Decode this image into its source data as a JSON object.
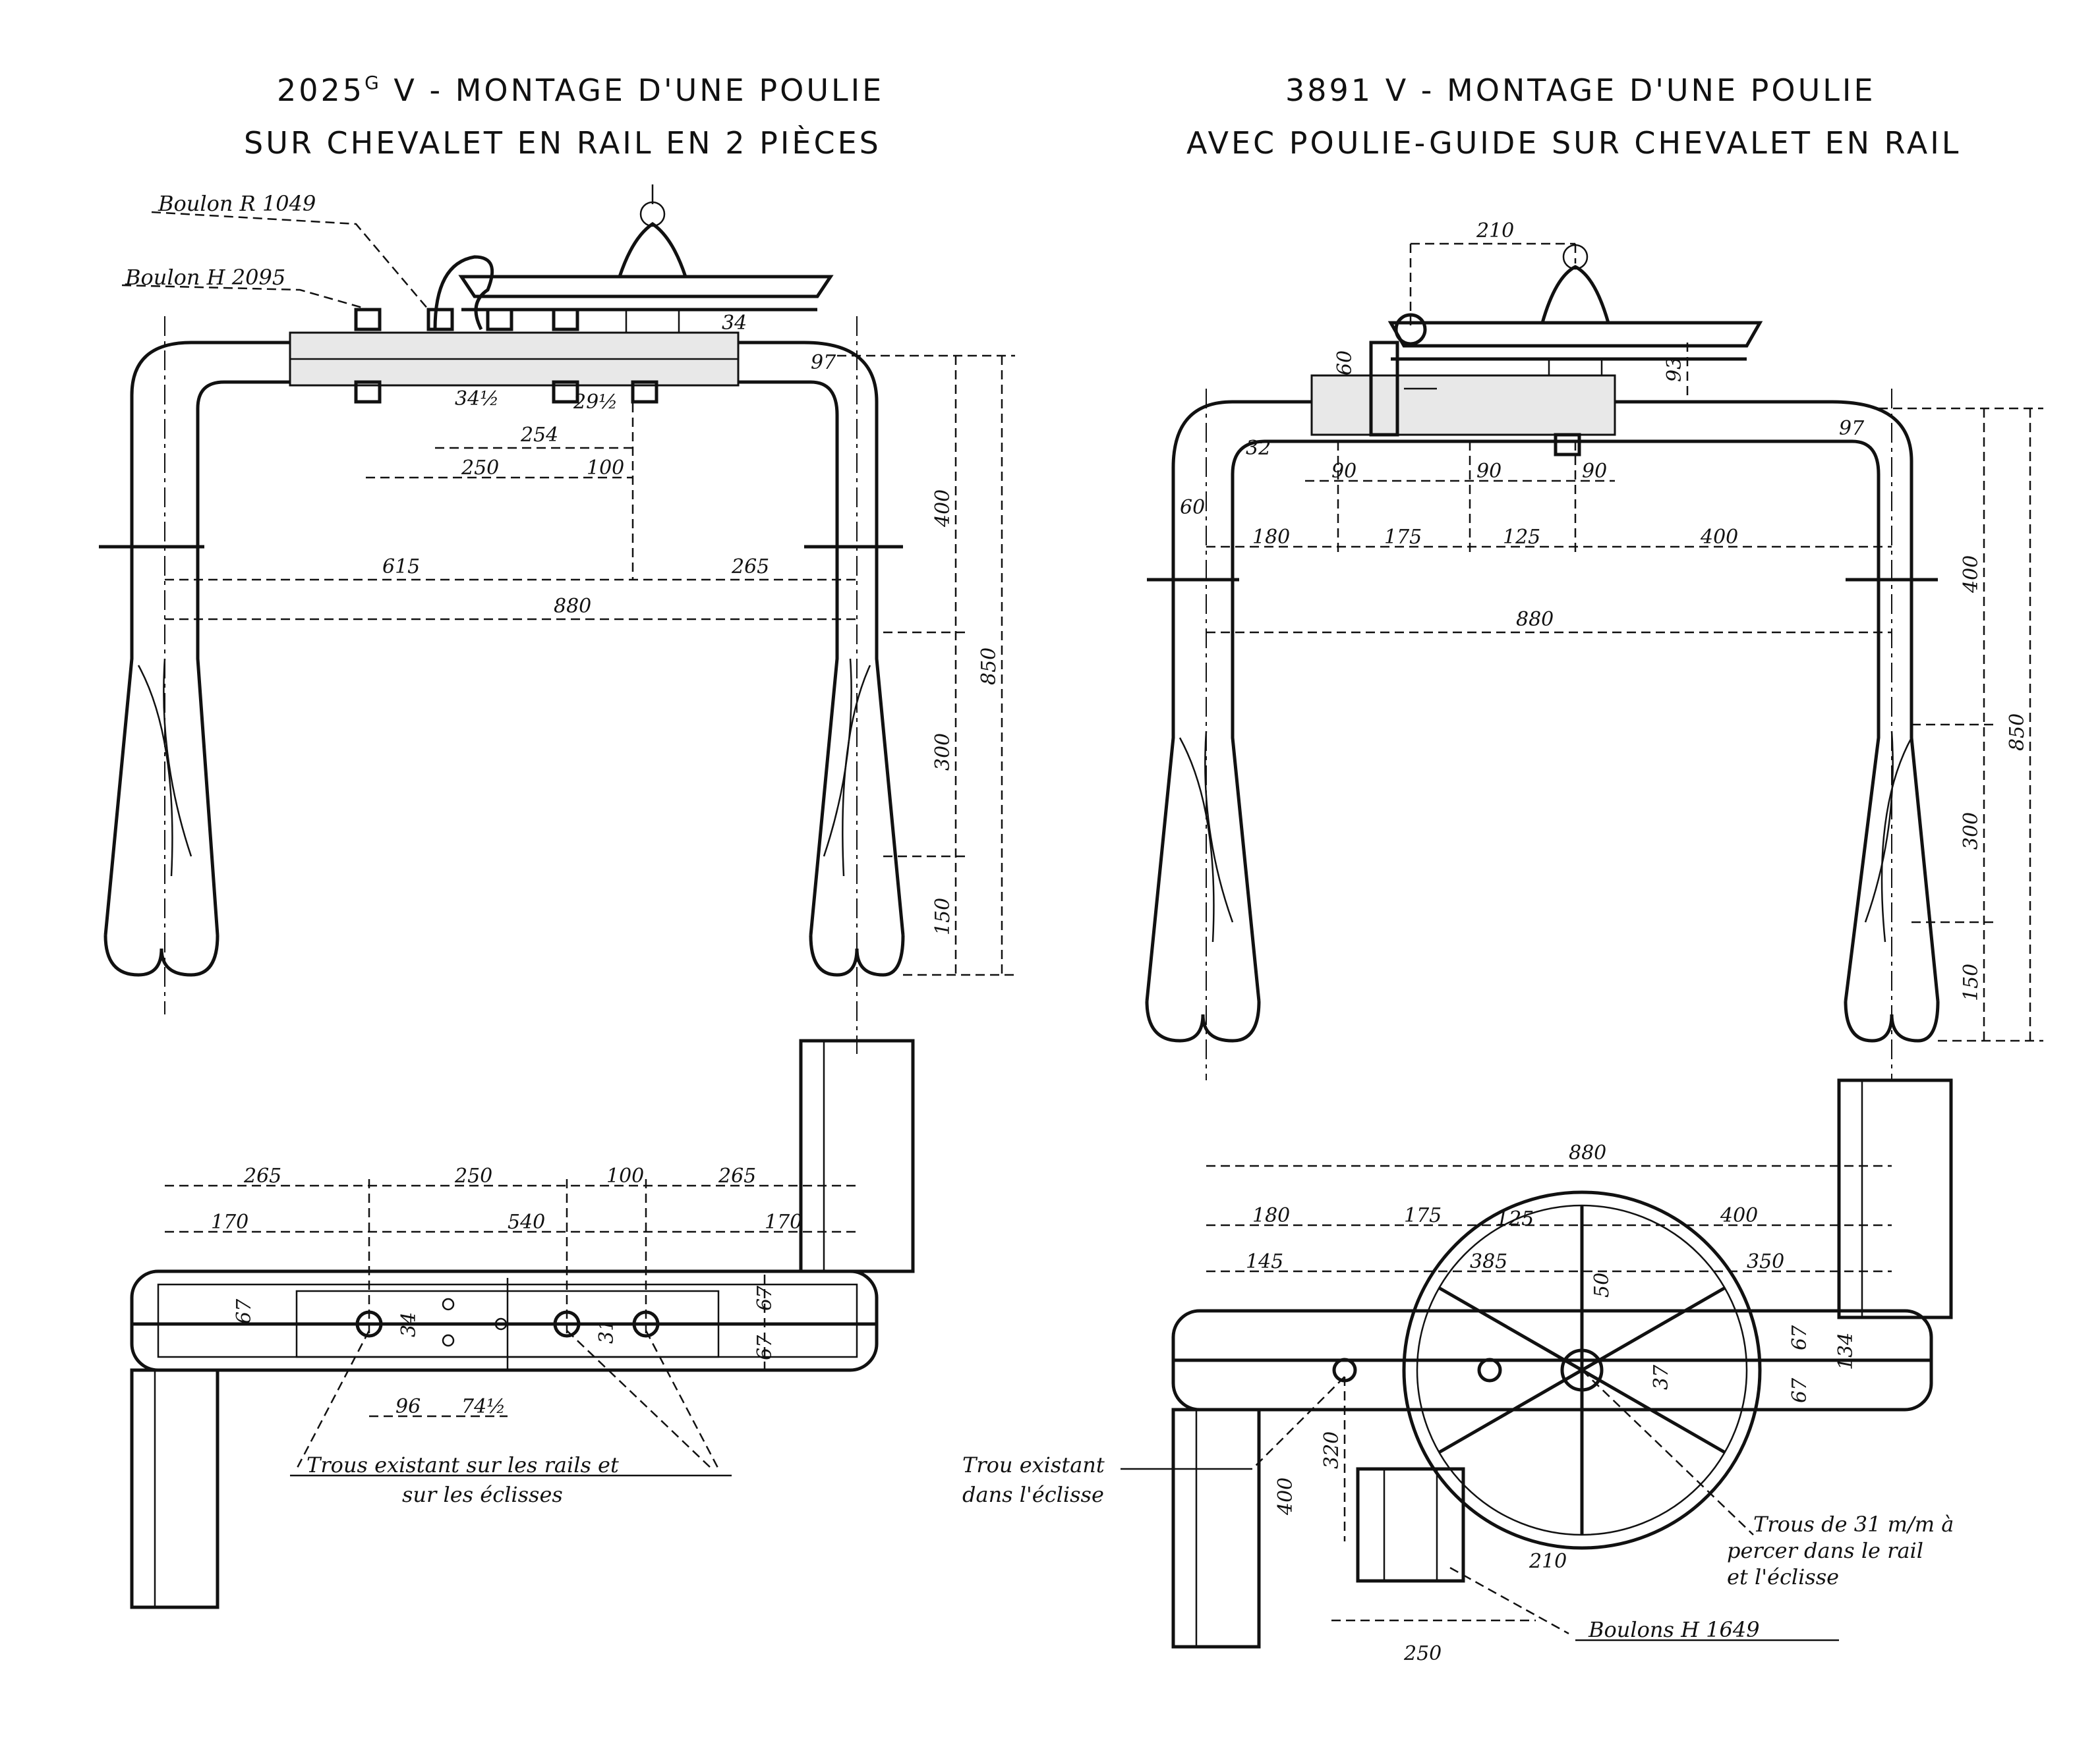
{
  "left": {
    "title_prefix": "2025",
    "title_sup": "G",
    "title_line1_rest": "V - MONTAGE D'UNE POULIE",
    "title_line2": "SUR CHEVALET EN RAIL EN 2 PIÈCES",
    "labels": {
      "boulon_r": "Boulon R 1049",
      "boulon_h": "Boulon H 2095",
      "trous_line1": "Trous existant sur les rails et",
      "trous_line2": "sur les éclisses"
    },
    "dims": {
      "d34": "34",
      "d97": "97",
      "d34mm": "34½",
      "d29mm": "29½",
      "d254": "254",
      "d250": "250",
      "d100": "100",
      "d615": "615",
      "d265": "265",
      "d880": "880",
      "d400": "400",
      "d850": "850",
      "d300": "300",
      "d150": "150",
      "p265a": "265",
      "p250": "250",
      "p100": "100",
      "p265b": "265",
      "p170a": "170",
      "p540": "540",
      "p170b": "170",
      "p67a": "67",
      "p67b": "67",
      "p67c": "67",
      "p34": "34",
      "p96": "96",
      "p74": "74½",
      "p31": "31"
    }
  },
  "right": {
    "title_line1": "3891 V - MONTAGE D'UNE POULIE",
    "title_line2": "AVEC POULIE-GUIDE SUR CHEVALET EN RAIL",
    "labels": {
      "trou_line1": "Trou existant",
      "trou_line2": "dans l'éclisse",
      "trous_line1": "Trous de 31 m/m à",
      "trous_line2": "percer dans le rail",
      "trous_line3": "et l'éclisse",
      "boulons": "Boulons H 1649"
    },
    "dims": {
      "d210": "210",
      "d93": "93",
      "d60": "60",
      "d32": "32",
      "d97": "97",
      "d90a": "90",
      "d90b": "90",
      "d90c": "90",
      "d60b": "60",
      "d180": "180",
      "d175": "175",
      "d125": "125",
      "d400": "400",
      "d880": "880",
      "d400v": "400",
      "d850": "850",
      "d300": "300",
      "d150": "150",
      "p880": "880",
      "p180": "180",
      "p175": "175",
      "p125": "125",
      "p400": "400",
      "p145": "145",
      "p385": "385",
      "p350": "350",
      "p50": "50",
      "p67a": "67",
      "p67b": "67",
      "p134": "134",
      "p37": "37",
      "p400v": "400",
      "p320": "320",
      "p210": "210",
      "p250": "250"
    }
  }
}
